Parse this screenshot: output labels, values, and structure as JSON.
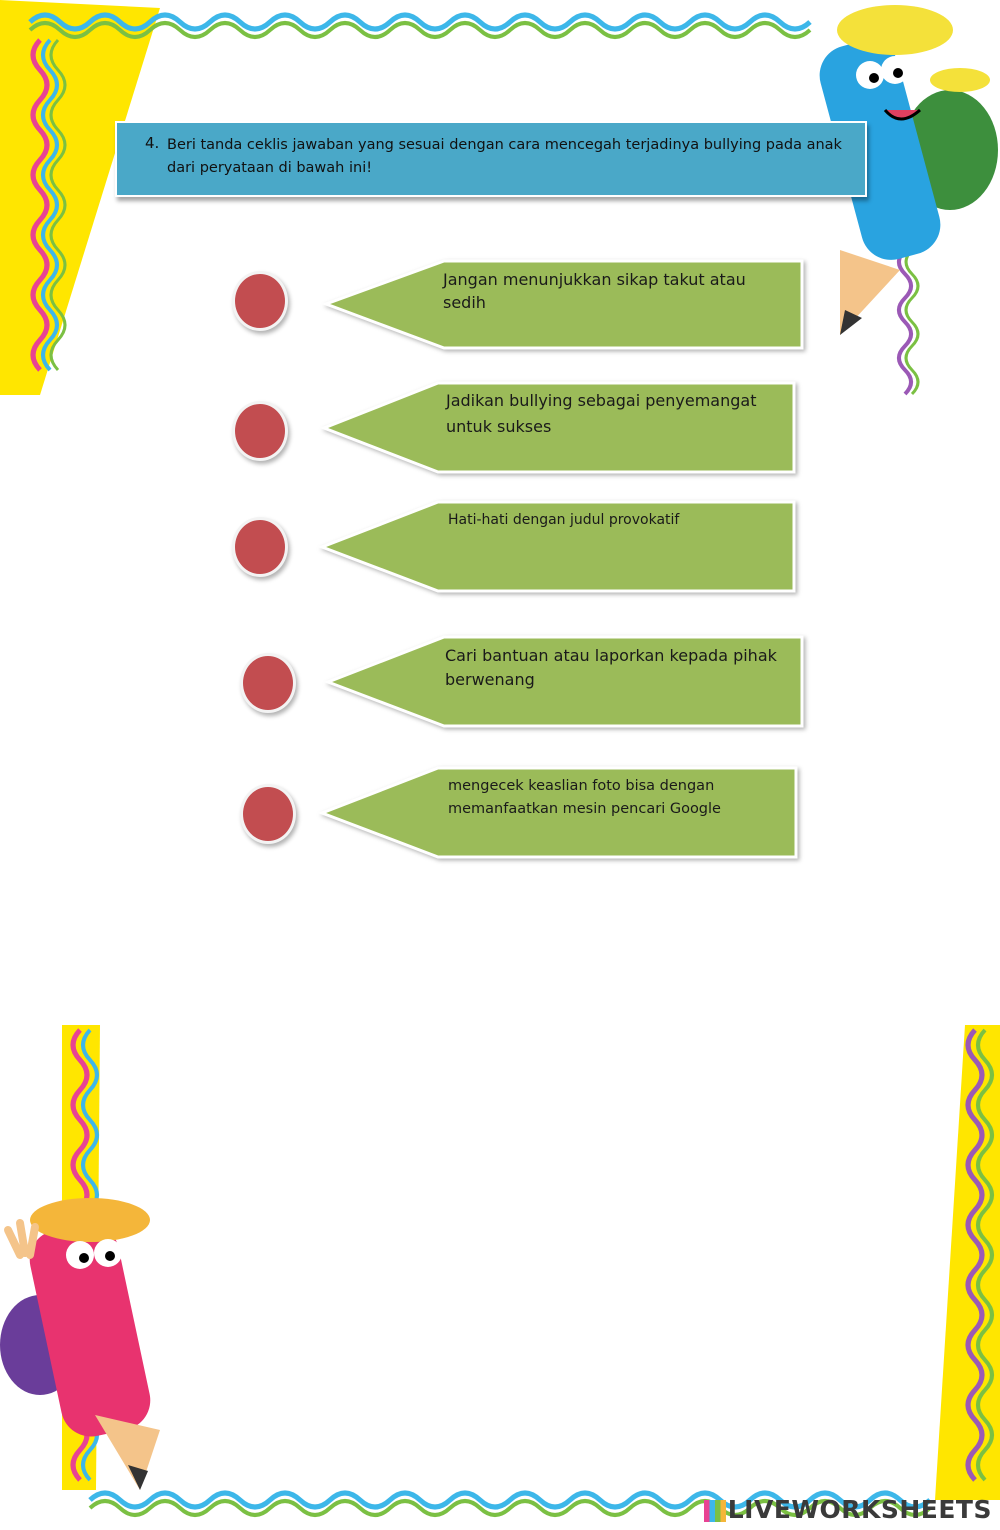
{
  "question": {
    "number": "4.",
    "text": "Beri tanda ceklis jawaban yang sesuai dengan cara mencegah terjadinya bullying pada anak dari peryataan di bawah ini!"
  },
  "options": [
    {
      "label": "Jangan menunjukkan sikap takut atau sedih"
    },
    {
      "label": "Jadikan bullying sebagai penyemangat untuk sukses"
    },
    {
      "label": "Hati-hati dengan judul provokatif"
    },
    {
      "label": "Cari bantuan atau laporkan kepada pihak berwenang"
    },
    {
      "label": "mengecek keaslian foto bisa dengan memanfaatkan mesin pencari Google"
    }
  ],
  "colors": {
    "question_box": "#4aa8c8",
    "arrow_fill": "#9bbb59",
    "dot_fill": "#c24d50",
    "frame_yellow": "#ffe600"
  },
  "watermark": {
    "text": "LIVEWORKSHEETS"
  }
}
